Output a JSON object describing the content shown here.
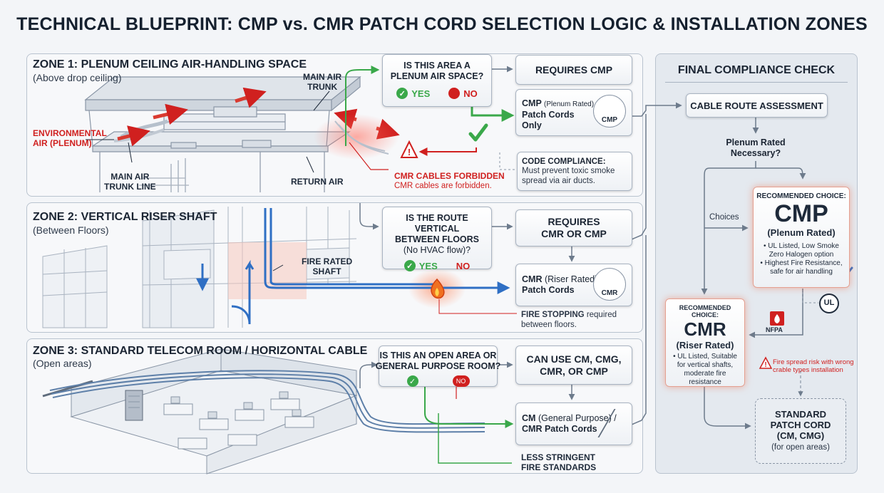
{
  "title": "TECHNICAL BLUEPRINT: CMP vs. CMR PATCH CORD SELECTION LOGIC & INSTALLATION ZONES",
  "zone1": {
    "title": "ZONE 1: PLENUM CEILING AIR-HANDLING SPACE",
    "subtitle": "(Above drop ceiling)",
    "label_main_air_trunk": "MAIN AIR\nTRUNK",
    "label_env_air": "ENVIRONMENTAL\nAIR (PLENUM)",
    "label_trunk_line": "MAIN AIR\nTRUNK LINE",
    "label_return_air": "RETURN AIR",
    "forbidden_title": "CMR CABLES FORBIDDEN",
    "forbidden_sub": "CMR cables are forbidden.",
    "question": "IS THIS AREA A\nPLENUM AIR SPACE?",
    "yes": "YES",
    "no": "NO",
    "requires": "REQUIRES CMP",
    "cord_line1": "CMP",
    "cord_small": "(Plenum Rated)",
    "cord_line2": "Patch Cords",
    "cord_line3": "Only",
    "cord_icon": "CMP",
    "code_title": "CODE COMPLIANCE:",
    "code_text": "Must prevent toxic smoke\nspread via air ducts."
  },
  "zone2": {
    "title": "ZONE 2: VERTICAL RISER SHAFT",
    "subtitle": "(Between Floors)",
    "label_fire_shaft": "FIRE RATED\nSHAFT",
    "question_l1": "IS THE ROUTE VERTICAL",
    "question_l2": "BETWEEN FLOORS",
    "question_l3": "(No HVAC flow)?",
    "yes": "YES",
    "no": "NO",
    "requires": "REQUIRES\nCMR OR CMP",
    "cord_bold": "CMR",
    "cord_small": "(Riser Rated)",
    "cord_line2": "Patch Cords",
    "cord_icon": "CMR",
    "fire_bold": "FIRE STOPPING",
    "fire_rest": "required",
    "fire_line2": "between floors."
  },
  "zone3": {
    "title": "ZONE 3: STANDARD TELECOM ROOM / HORIZONTAL CABLE",
    "subtitle": "(Open areas)",
    "question": "IS THIS AN OPEN AREA OR\nGENERAL PURPOSE ROOM?",
    "no": "NO",
    "requires": "CAN USE CM, CMG,\nCMR, OR CMP",
    "cord_bold": "CM",
    "cord_small": "(General Purpose) /",
    "cord_line2": "CMR Patch Cords",
    "less": "LESS STRINGENT\nFIRE STANDARDS"
  },
  "panel": {
    "title": "FINAL COMPLIANCE CHECK",
    "assessment": "CABLE ROUTE ASSESSMENT",
    "question": "Plenum Rated\nNecessary?",
    "choices": "Choices",
    "cmp_rec": "RECOMMENDED CHOICE:",
    "cmp_big": "CMP",
    "cmp_sub": "(Plenum Rated)",
    "cmp_b1": "• UL Listed, Low Smoke\nZero Halogen option",
    "cmp_b2": "• Highest Fire Resistance,\nsafe for air handling",
    "cmr_rec": "RECOMMENDED CHOICE:",
    "cmr_big": "CMR",
    "cmr_sub": "(Riser Rated)",
    "cmr_b1": "• UL Listed, Suitable\nfor vertical shafts,\nmoderate fire\nresistance",
    "ul": "UL",
    "nfpa": "NFPA",
    "warning": "Fire spread risk with wrong\ncrable types installation",
    "standard_l1": "STANDARD",
    "standard_l2": "PATCH CORD",
    "standard_l3": "(CM, CMG)",
    "standard_l4": "(for open areas)"
  },
  "colors": {
    "red": "#d0201f",
    "green": "#3aa84a",
    "blue": "#2f6fc4",
    "line": "#6d7b8c"
  }
}
